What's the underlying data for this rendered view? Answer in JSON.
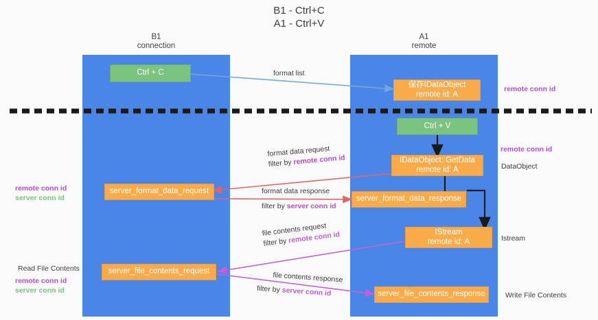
{
  "title": {
    "line1": "B1 - Ctrl+C",
    "line2": "A1 - Ctrl+V"
  },
  "lanes": [
    {
      "id": "b1",
      "header_main": "B1",
      "header_sub": "connection",
      "color": "#4a86e8"
    },
    {
      "id": "a1",
      "header_main": "A1",
      "header_sub": "remote",
      "color": "#4a86e8"
    }
  ],
  "nodes": {
    "ctrl_c": {
      "line1": "Ctrl + C",
      "line2": "",
      "color": "#7ac47f"
    },
    "idataobject": {
      "line1": "保存IDataObject",
      "line2": "remote id: A",
      "color": "#f9ab4a"
    },
    "ctrl_v": {
      "line1": "Ctrl + V",
      "line2": "",
      "color": "#7ac47f"
    },
    "getdata": {
      "line1": "IDataObject::GetData",
      "line2": "remote id: A",
      "color": "#f9ab4a"
    },
    "fmt_request": {
      "line1": "server_format_data_request",
      "line2": "",
      "color": "#f9ab4a"
    },
    "fmt_response": {
      "line1": "server_format_data_response",
      "line2": "",
      "color": "#f9ab4a"
    },
    "istream": {
      "line1": "IStream",
      "line2": "remote id: A",
      "color": "#f9ab4a"
    },
    "file_request": {
      "line1": "server_file_contents_request",
      "line2": "",
      "color": "#f9ab4a"
    },
    "file_response": {
      "line1": "server_file_contents_response",
      "line2": "",
      "color": "#f9ab4a"
    }
  },
  "edge_labels": {
    "format_list": {
      "text": "format list"
    },
    "fmt_req_l1": {
      "text": "format data request"
    },
    "fmt_req_l2_prefix": {
      "text": "filter by "
    },
    "fmt_req_l2_key": {
      "text": "remote conn id"
    },
    "fmt_resp_l1": {
      "text": "format data response"
    },
    "fmt_resp_l2_prefix": {
      "text": "filter by "
    },
    "fmt_resp_l2_key": {
      "text": "server conn id"
    },
    "file_req_l1": {
      "text": "file contents request"
    },
    "file_req_l2_prefix": {
      "text": "filter by "
    },
    "file_req_l2_key": {
      "text": "remote conn id"
    },
    "file_resp_l1": {
      "text": "file contents response"
    },
    "file_resp_l2_prefix": {
      "text": "filter by "
    },
    "file_resp_l2_key": {
      "text": "server conn id"
    }
  },
  "side_notes": {
    "right_remote_1": {
      "text": "remote conn id"
    },
    "right_remote_2": {
      "text": "remote conn id"
    },
    "right_dataobject": {
      "text": "DataObject"
    },
    "right_istream": {
      "text": "Istream"
    },
    "right_write": {
      "text": "Write File Contents"
    },
    "left_mid": {
      "purple": "remote conn id",
      "green": "server conn id"
    },
    "left_read_title": {
      "text": "Read File Contents"
    },
    "left_bottom": {
      "purple": "remote conn id",
      "green": "server conn id"
    }
  },
  "colors": {
    "lane": "#4a86e8",
    "green_node": "#7ac47f",
    "orange_node": "#f9ab4a",
    "purple_key": "#b44fd0",
    "green_key": "#78c47c",
    "arrow_blue": "#6fa8dc",
    "arrow_red": "#e06666",
    "arrow_magenta": "#c160d8",
    "arrow_black": "#1a1a1a",
    "divider": "#1a1a1a",
    "background": "#fafafa"
  }
}
